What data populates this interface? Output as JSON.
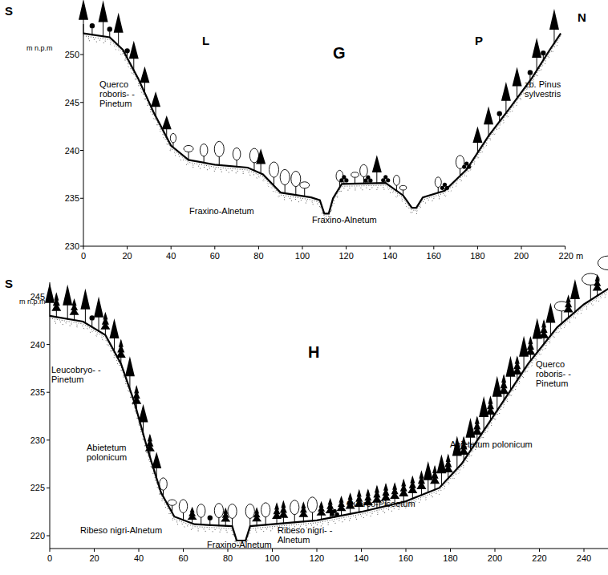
{
  "diagram": {
    "labels": [
      "S",
      "m n.p.m",
      "L",
      "G",
      "P",
      "N",
      "Querco roboris- -Pinetum",
      "zb. Pinus sylvestris",
      "Fraxino-Alnetum",
      "Fraxino-Alnetum",
      "250",
      "245",
      "240",
      "235",
      "230",
      "0",
      "20",
      "40",
      "60",
      "80",
      "100",
      "120",
      "140",
      "160",
      "180",
      "200",
      "220 m",
      "S",
      "m n.p.m",
      "H",
      "Leucobryo- -Pinetum",
      "Abietetum polonicum",
      "Ribeso nigri-Alnetum",
      "Fraxino-Alnetum",
      "Ribeso nigri- -Alnetum",
      "Querco-Piceetum",
      "Abietetum polonicum",
      "Querco roboris- -Pinetum",
      "245",
      "240",
      "235",
      "230",
      "225",
      "220",
      "0",
      "20",
      "40",
      "60",
      "80",
      "100",
      "120",
      "140",
      "160",
      "180",
      "200",
      "220",
      "240"
    ]
  }
}
